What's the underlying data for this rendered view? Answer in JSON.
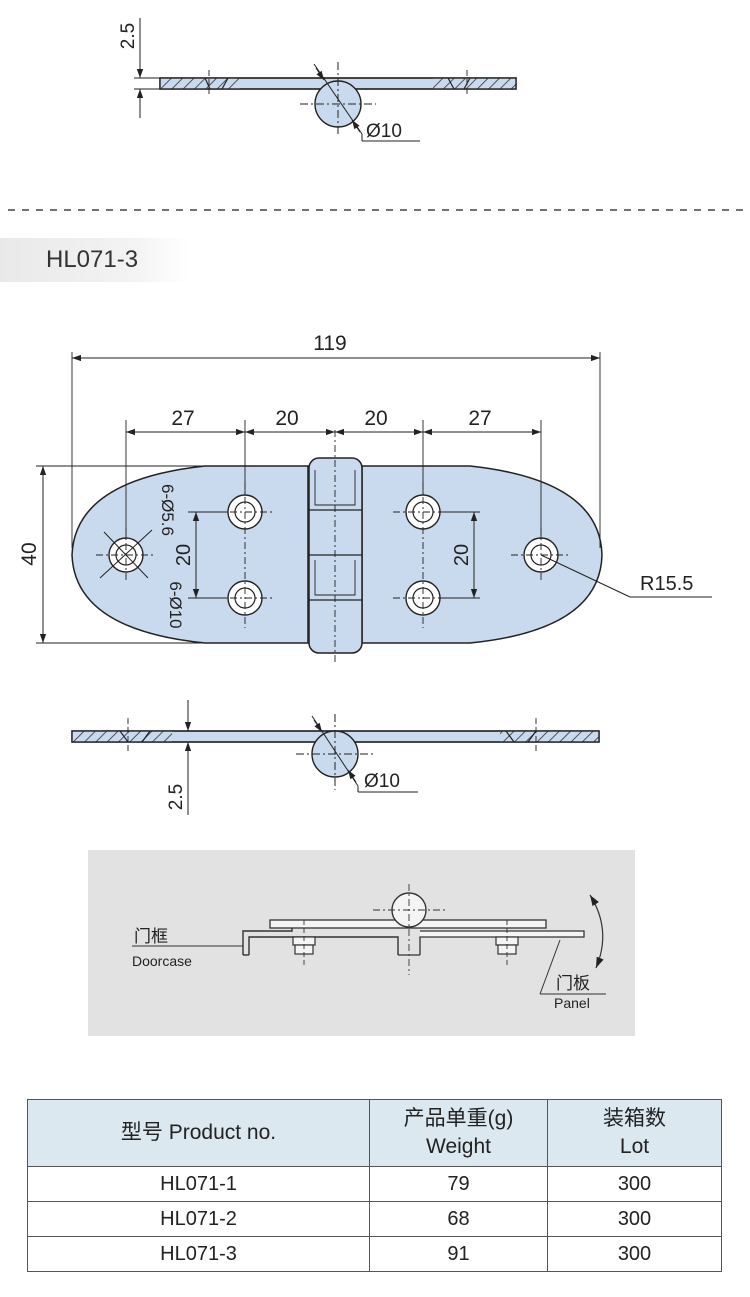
{
  "top_side_view": {
    "thickness_label": "2.5",
    "pin_label": "Ø10"
  },
  "model_tag": "HL071-3",
  "front_view": {
    "overall_length": "119",
    "pitch_left_outer": "27",
    "pitch_left_inner": "20",
    "pitch_right_inner": "20",
    "pitch_right_outer": "27",
    "height": "40",
    "vertical_pitch_left": "20",
    "vertical_pitch_right": "20",
    "countersink_label": "6-Ø5.6",
    "hole_label": "6-Ø10",
    "radius_label": "R15.5"
  },
  "bottom_side_view": {
    "thickness_label": "2.5",
    "pin_label": "Ø10"
  },
  "install_diagram": {
    "doorcase_cn": "门框",
    "doorcase_en": "Doorcase",
    "panel_cn": "门板",
    "panel_en": "Panel",
    "colors": {
      "background": "#e2e2e2",
      "part_fill": "#f4f4f4"
    }
  },
  "table": {
    "headers": [
      {
        "line1": "型号 Product no.",
        "line2": ""
      },
      {
        "line1": "产品单重(g)",
        "line2": "Weight"
      },
      {
        "line1": "装箱数",
        "line2": "Lot"
      }
    ],
    "rows": [
      [
        "HL071-1",
        "79",
        "300"
      ],
      [
        "HL071-2",
        "68",
        "300"
      ],
      [
        "HL071-3",
        "91",
        "300"
      ]
    ],
    "colors": {
      "header_bg": "#dce8f0"
    }
  },
  "colors": {
    "part_fill": "#c9d9ee",
    "line": "#222222"
  }
}
